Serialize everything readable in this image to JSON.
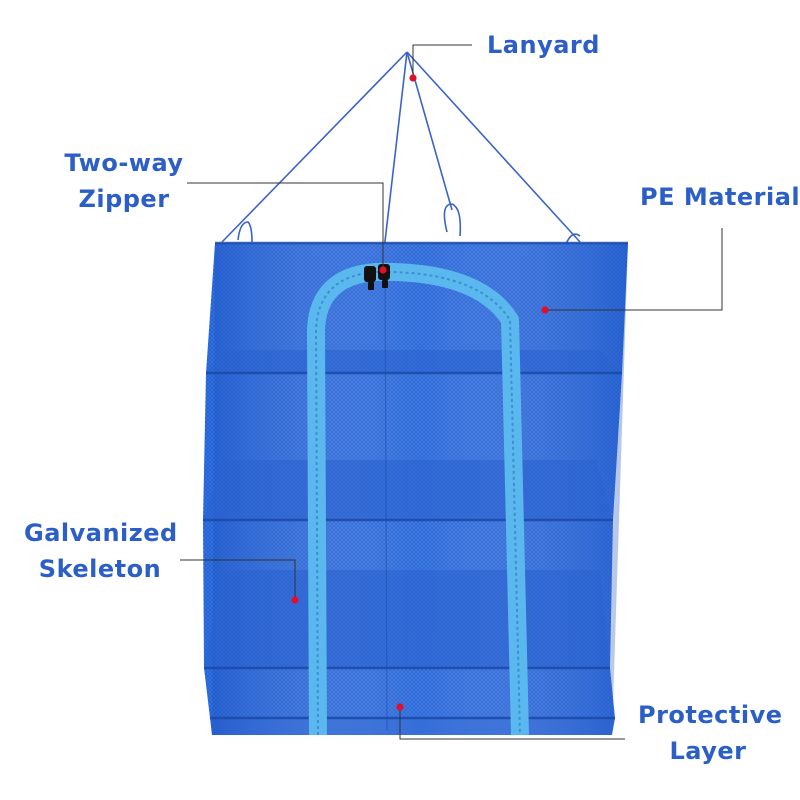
{
  "labels": {
    "lanyard": "Lanyard",
    "zipper_line1": "Two-way",
    "zipper_line2": "Zipper",
    "pe_material": "PE Material",
    "skeleton_line1": "Galvanized",
    "skeleton_line2": "Skeleton",
    "protective_line1": "Protective",
    "protective_line2": "Layer"
  },
  "colors": {
    "label_text": "#2b5fc7",
    "mesh": "#2f6fe0",
    "mesh_dark": "#1f55c4",
    "zipper": "#5ab8ee",
    "marker": "#e0102a",
    "leader_line": "#333333"
  }
}
